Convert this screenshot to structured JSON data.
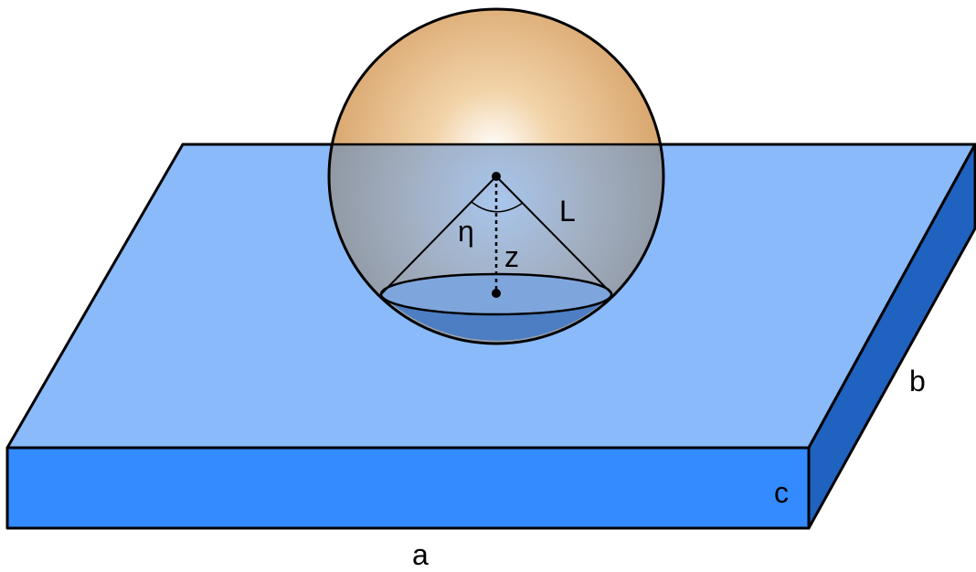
{
  "labels": {
    "eta": "η",
    "L": "L",
    "z": "z",
    "a": "a",
    "b": "b",
    "c": "c"
  },
  "colors": {
    "slab_top": "#8abafa",
    "slab_front": "#338bff",
    "slab_side": "#2062c0",
    "sphere_top": "#f2d3a8",
    "sphere_top_edge": "#d9a873",
    "sphere_submerged": "#9b9b9b",
    "cone_base": "#7fa6dc",
    "cap_bottom": "#4d7dc2",
    "outline": "#000000"
  }
}
